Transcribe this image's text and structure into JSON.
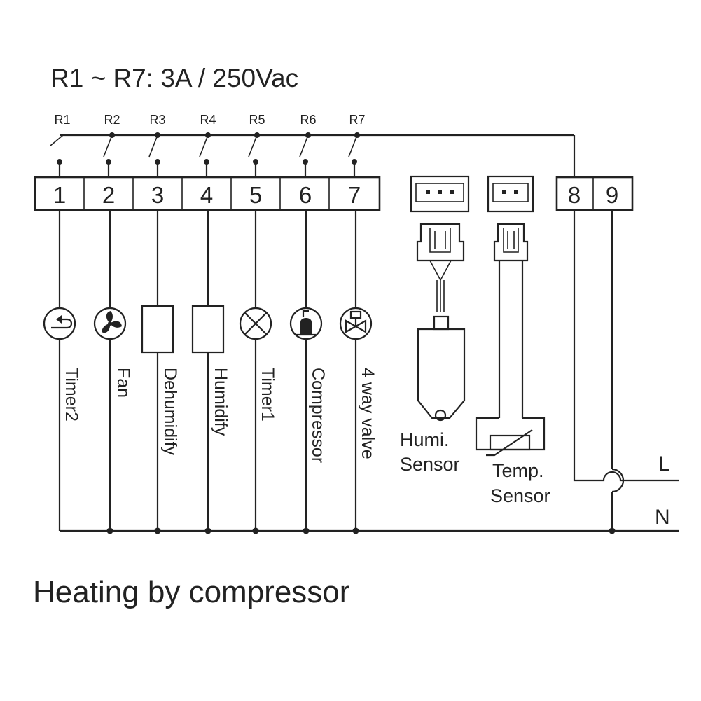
{
  "rating": "R1 ~ R7: 3A / 250Vac",
  "relays": [
    {
      "label": "R1",
      "terminal": "1",
      "load": "Timer2",
      "icon": "timer-icon"
    },
    {
      "label": "R2",
      "terminal": "2",
      "load": "Fan",
      "icon": "fan-icon"
    },
    {
      "label": "R3",
      "terminal": "3",
      "load": "Dehumidify",
      "icon": "box-load-icon"
    },
    {
      "label": "R4",
      "terminal": "4",
      "load": "Humidify",
      "icon": "box-load-icon"
    },
    {
      "label": "R5",
      "terminal": "5",
      "load": "Timer1",
      "icon": "lamp-icon"
    },
    {
      "label": "R6",
      "terminal": "6",
      "load": "Compressor",
      "icon": "compressor-icon"
    },
    {
      "label": "R7",
      "terminal": "7",
      "load": "4 way valve",
      "icon": "valve-icon"
    }
  ],
  "power_terminals": [
    "8",
    "9"
  ],
  "power_lines": {
    "live": "L",
    "neutral": "N"
  },
  "sensors": {
    "humidity": [
      "Humi.",
      "Sensor"
    ],
    "temperature": [
      "Temp.",
      "Sensor"
    ]
  },
  "caption": "Heating by compressor"
}
